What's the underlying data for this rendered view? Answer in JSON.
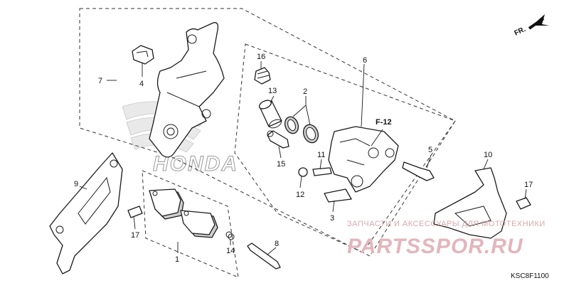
{
  "diagram": {
    "direction_marker": "FR.",
    "reference": "F-12",
    "drawing_code": "KSC8F1100",
    "brand_mark": "HONDA",
    "callouts": [
      "1",
      "2",
      "3",
      "4",
      "5",
      "6",
      "7",
      "8",
      "9",
      "10",
      "11",
      "12",
      "13",
      "14",
      "15",
      "16",
      "17",
      "17"
    ],
    "watermark": {
      "line1": "ЗАПЧАСТИ И АКСЕССУАРЫ ДЛЯ МОТОТЕХНИКИ",
      "site": "PARTSSPOR.RU"
    }
  }
}
